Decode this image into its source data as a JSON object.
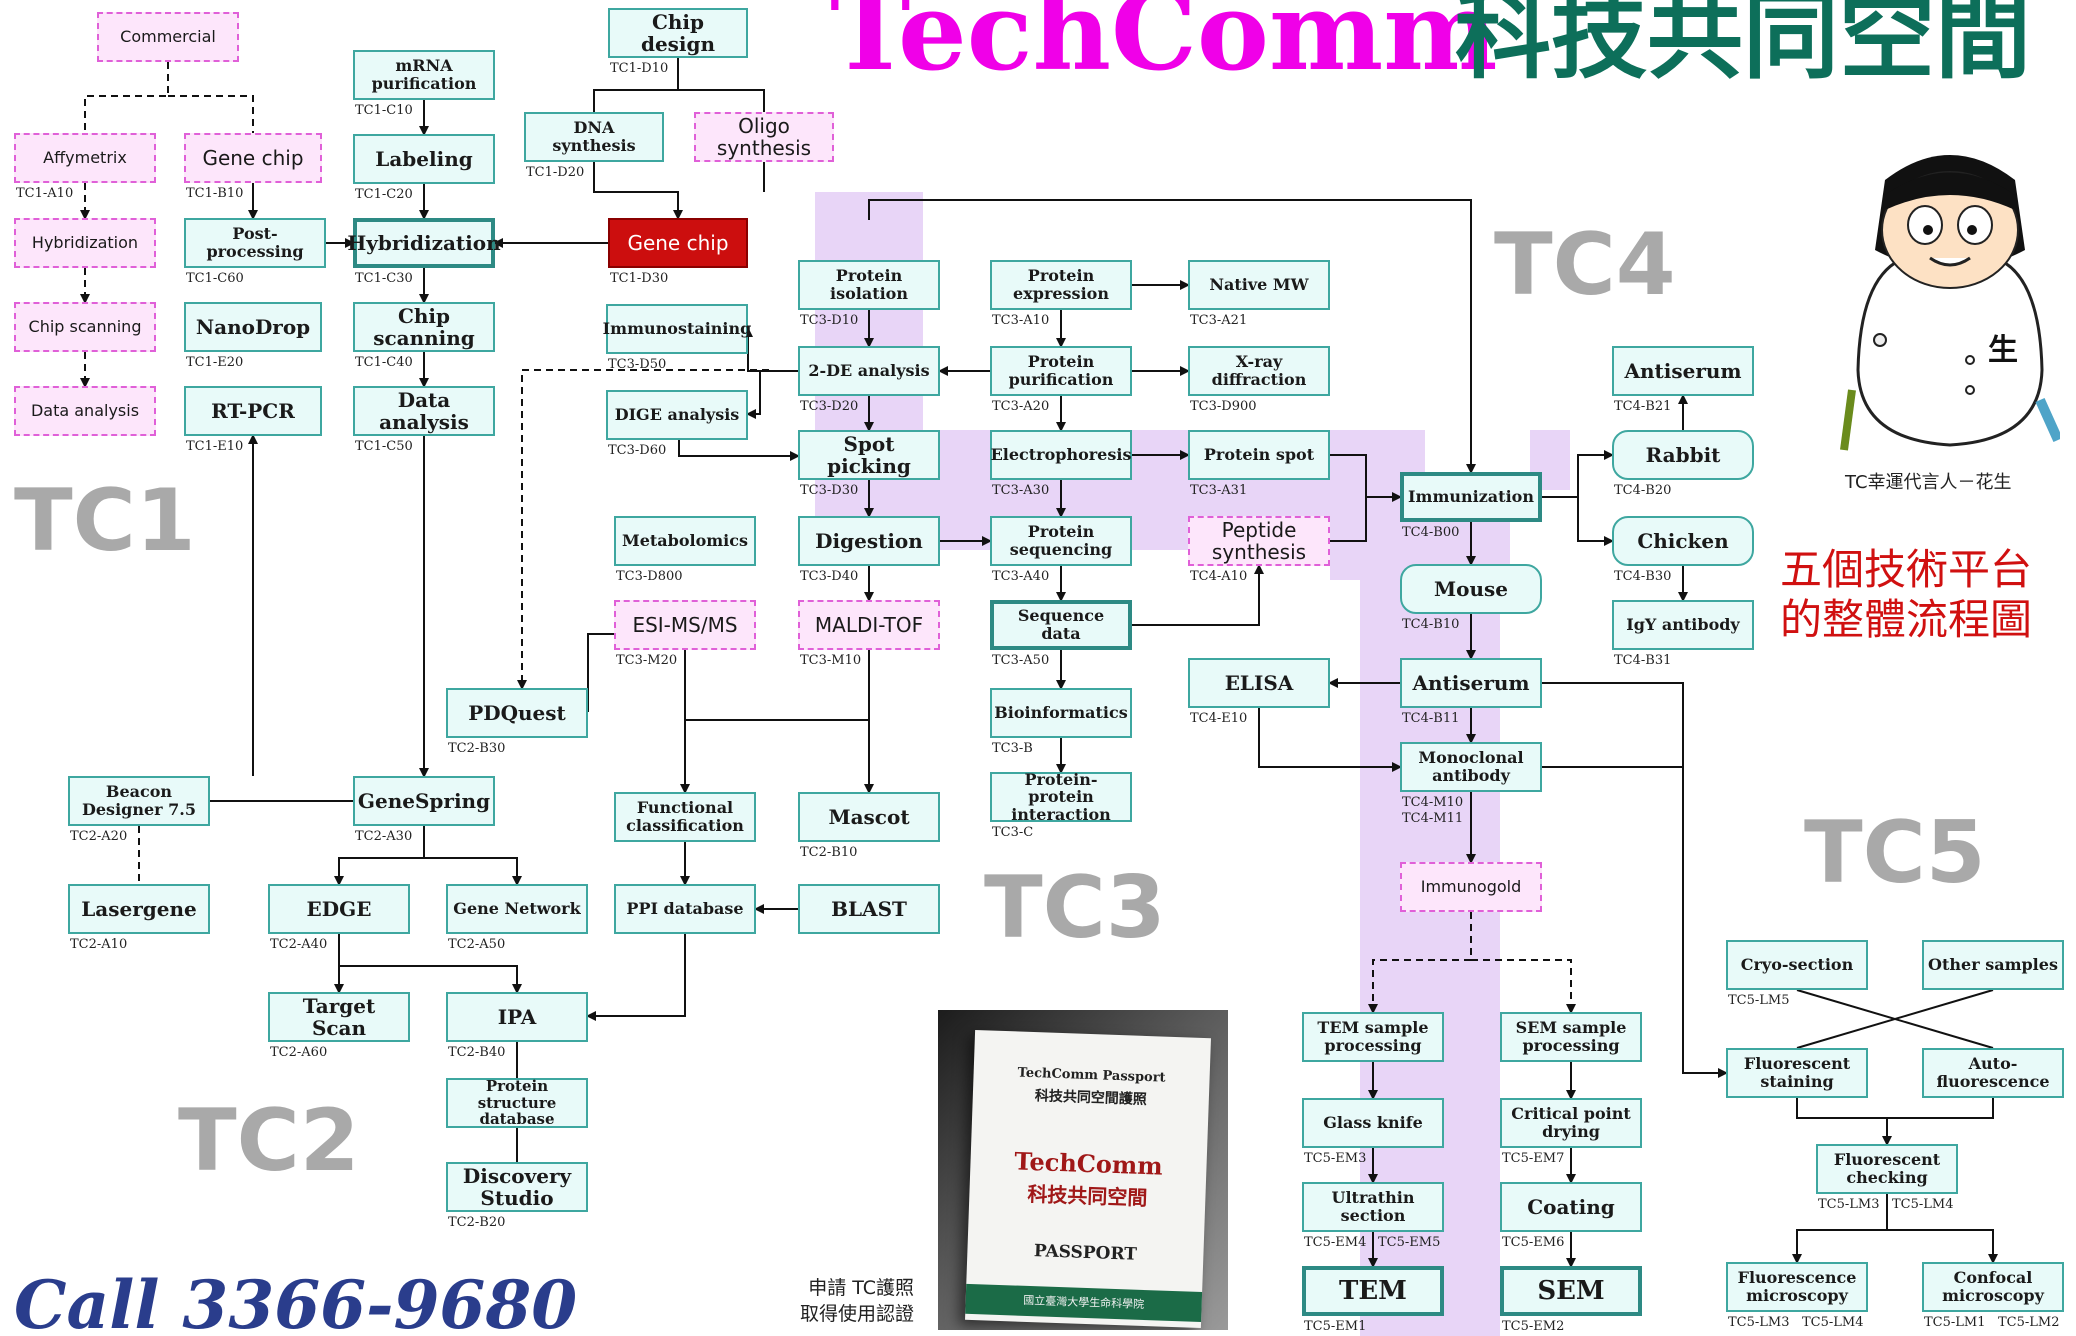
{
  "title": {
    "en": "TechComm",
    "zh": "科技共同空間"
  },
  "platforms": {
    "tc1": "TC1",
    "tc2": "TC2",
    "tc3": "TC3",
    "tc4": "TC4",
    "tc5": "TC5"
  },
  "summary": {
    "line1": "五個技術平台",
    "line2": "的整體流程圖"
  },
  "mascot_caption": "TC幸運代言人－花生",
  "mascot_badge": "生",
  "phone": "Call 3366-9680",
  "passport_caption": {
    "line1": "申請 TC護照",
    "line2": "取得使用認證"
  },
  "passport": {
    "line1": "TechComm Passport",
    "line2": "科技共同空間護照",
    "line3": "TechComm",
    "line4": "科技共同空間",
    "line5": "PASSPORT",
    "line6": "國立臺灣大學生命科學院"
  },
  "nodes": {
    "commercial": {
      "label": "Commercial"
    },
    "affymetrix": {
      "label": "Affymetrix",
      "code": "TC1-A10"
    },
    "genechip_tc1": {
      "label": "Gene chip",
      "code": "TC1-B10"
    },
    "hybridization_c": {
      "label": "Hybridization"
    },
    "chip_scanning_c": {
      "label": "Chip scanning"
    },
    "data_analysis_c": {
      "label": "Data analysis"
    },
    "post_processing": {
      "label": "Post-processing",
      "code": "TC1-C60"
    },
    "nanodrop": {
      "label": "NanoDrop",
      "code": "TC1-E20"
    },
    "rt_pcr": {
      "label": "RT-PCR",
      "code": "TC1-E10"
    },
    "mrna": {
      "label": "mRNA\npurification",
      "code": "TC1-C10"
    },
    "labeling": {
      "label": "Labeling",
      "code": "TC1-C20"
    },
    "hybridization": {
      "label": "Hybridization",
      "code": "TC1-C30"
    },
    "chip_scanning": {
      "label": "Chip scanning",
      "code": "TC1-C40"
    },
    "data_analysis": {
      "label": "Data analysis",
      "code": "TC1-C50"
    },
    "chip_design": {
      "label": "Chip design",
      "code": "TC1-D10"
    },
    "dna_synthesis": {
      "label": "DNA synthesis",
      "code": "TC1-D20"
    },
    "oligo": {
      "label": "Oligo\nsynthesis"
    },
    "gene_chip_red": {
      "label": "Gene chip",
      "code": "TC1-D30"
    },
    "beacon": {
      "label": "Beacon\nDesigner 7.5",
      "code": "TC2-A20"
    },
    "lasergene": {
      "label": "Lasergene",
      "code": "TC2-A10"
    },
    "genespring": {
      "label": "GeneSpring",
      "code": "TC2-A30"
    },
    "edge": {
      "label": "EDGE",
      "code": "TC2-A40"
    },
    "gene_network": {
      "label": "Gene Network",
      "code": "TC2-A50"
    },
    "target_scan": {
      "label": "Target Scan",
      "code": "TC2-A60"
    },
    "ipa": {
      "label": "IPA",
      "code": "TC2-B40"
    },
    "protein_structure": {
      "label": "Protein\nstructure database"
    },
    "discovery_studio": {
      "label": "Discovery\nStudio",
      "code": "TC2-B20"
    },
    "pdquest": {
      "label": "PDQuest",
      "code": "TC2-B30"
    },
    "immunostaining": {
      "label": "Immunostaining",
      "code": "TC3-D50"
    },
    "dige": {
      "label": "DIGE analysis",
      "code": "TC3-D60"
    },
    "metabolomics": {
      "label": "Metabolomics",
      "code": "TC3-D800"
    },
    "esi": {
      "label": "ESI-MS/MS",
      "code": "TC3-M20"
    },
    "functional": {
      "label": "Functional\nclassification"
    },
    "ppi": {
      "label": "PPI database"
    },
    "protein_isolation": {
      "label": "Protein\nisolation",
      "code": "TC3-D10"
    },
    "two_de": {
      "label": "2-DE analysis",
      "code": "TC3-D20"
    },
    "spot_picking": {
      "label": "Spot picking",
      "code": "TC3-D30"
    },
    "digestion": {
      "label": "Digestion",
      "code": "TC3-D40"
    },
    "maldi": {
      "label": "MALDI-TOF",
      "code": "TC3-M10"
    },
    "mascot": {
      "label": "Mascot",
      "code": "TC2-B10"
    },
    "blast": {
      "label": "BLAST"
    },
    "protein_expression": {
      "label": "Protein\nexpression",
      "code": "TC3-A10"
    },
    "protein_purification": {
      "label": "Protein\npurification",
      "code": "TC3-A20"
    },
    "electrophoresis": {
      "label": "Electrophoresis",
      "code": "TC3-A30"
    },
    "protein_sequencing": {
      "label": "Protein\nsequencing",
      "code": "TC3-A40"
    },
    "sequence_data": {
      "label": "Sequence data",
      "code": "TC3-A50"
    },
    "bioinformatics": {
      "label": "Bioinformatics",
      "code": "TC3-B"
    },
    "ppi_interaction": {
      "label": "Protein-protein\ninteraction",
      "code": "TC3-C"
    },
    "native_mw": {
      "label": "Native MW",
      "code": "TC3-A21"
    },
    "xray": {
      "label": "X-ray\ndiffraction",
      "code": "TC3-D900"
    },
    "protein_spot": {
      "label": "Protein spot",
      "code": "TC3-A31"
    },
    "peptide": {
      "label": "Peptide\nsynthesis",
      "code": "TC4-A10"
    },
    "immunization": {
      "label": "Immunization",
      "code": "TC4-B00"
    },
    "mouse": {
      "label": "Mouse",
      "code": "TC4-B10"
    },
    "antiserum_mid": {
      "label": "Antiserum",
      "code": "TC4-B11"
    },
    "elisa": {
      "label": "ELISA",
      "code": "TC4-E10"
    },
    "monoclonal": {
      "label": "Monoclonal\nantibody",
      "code": "TC4-M10",
      "code2": "TC4-M11"
    },
    "immunogold": {
      "label": "Immunogold"
    },
    "antiserum_top": {
      "label": "Antiserum",
      "code": "TC4-B21"
    },
    "rabbit": {
      "label": "Rabbit",
      "code": "TC4-B20"
    },
    "chicken": {
      "label": "Chicken",
      "code": "TC4-B30"
    },
    "igy": {
      "label": "IgY antibody",
      "code": "TC4-B31"
    },
    "tem_sample": {
      "label": "TEM sample\nprocessing"
    },
    "sem_sample": {
      "label": "SEM sample\nprocessing"
    },
    "glass_knife": {
      "label": "Glass knife",
      "code": "TC5-EM3"
    },
    "critical_point": {
      "label": "Critical point\ndrying",
      "code": "TC5-EM7"
    },
    "ultrathin": {
      "label": "Ultrathin\nsection",
      "code": "TC5-EM4",
      "code2": "TC5-EM5"
    },
    "coating": {
      "label": "Coating",
      "code": "TC5-EM6"
    },
    "tem": {
      "label": "TEM",
      "code": "TC5-EM1"
    },
    "sem": {
      "label": "SEM",
      "code": "TC5-EM2"
    },
    "cryo": {
      "label": "Cryo-section",
      "code": "TC5-LM5"
    },
    "other_samples": {
      "label": "Other samples"
    },
    "fluorescent_staining": {
      "label": "Fluorescent\nstaining"
    },
    "autofluorescence": {
      "label": "Auto-\nfluorescence"
    },
    "fluorescent_checking": {
      "label": "Fluorescent\nchecking",
      "code": "TC5-LM3",
      "code2": "TC5-LM4"
    },
    "fluorescence_microscopy": {
      "label": "Fluorescence\nmicroscopy",
      "code": "TC5-LM3",
      "code2": "TC5-LM4"
    },
    "confocal": {
      "label": "Confocal\nmicroscopy",
      "code": "TC5-LM1",
      "code2": "TC5-LM2"
    }
  },
  "colors": {
    "node_fill": "#e8faf9",
    "node_border": "#3ea7a0",
    "commercial_fill": "#fde6fb",
    "commercial_border": "#e060d8",
    "highlight": "#cc0e0e",
    "band": "#e8d5f7",
    "title_en": "#f000e8",
    "title_zh": "#0d6f5a",
    "summary": "#d01010"
  }
}
